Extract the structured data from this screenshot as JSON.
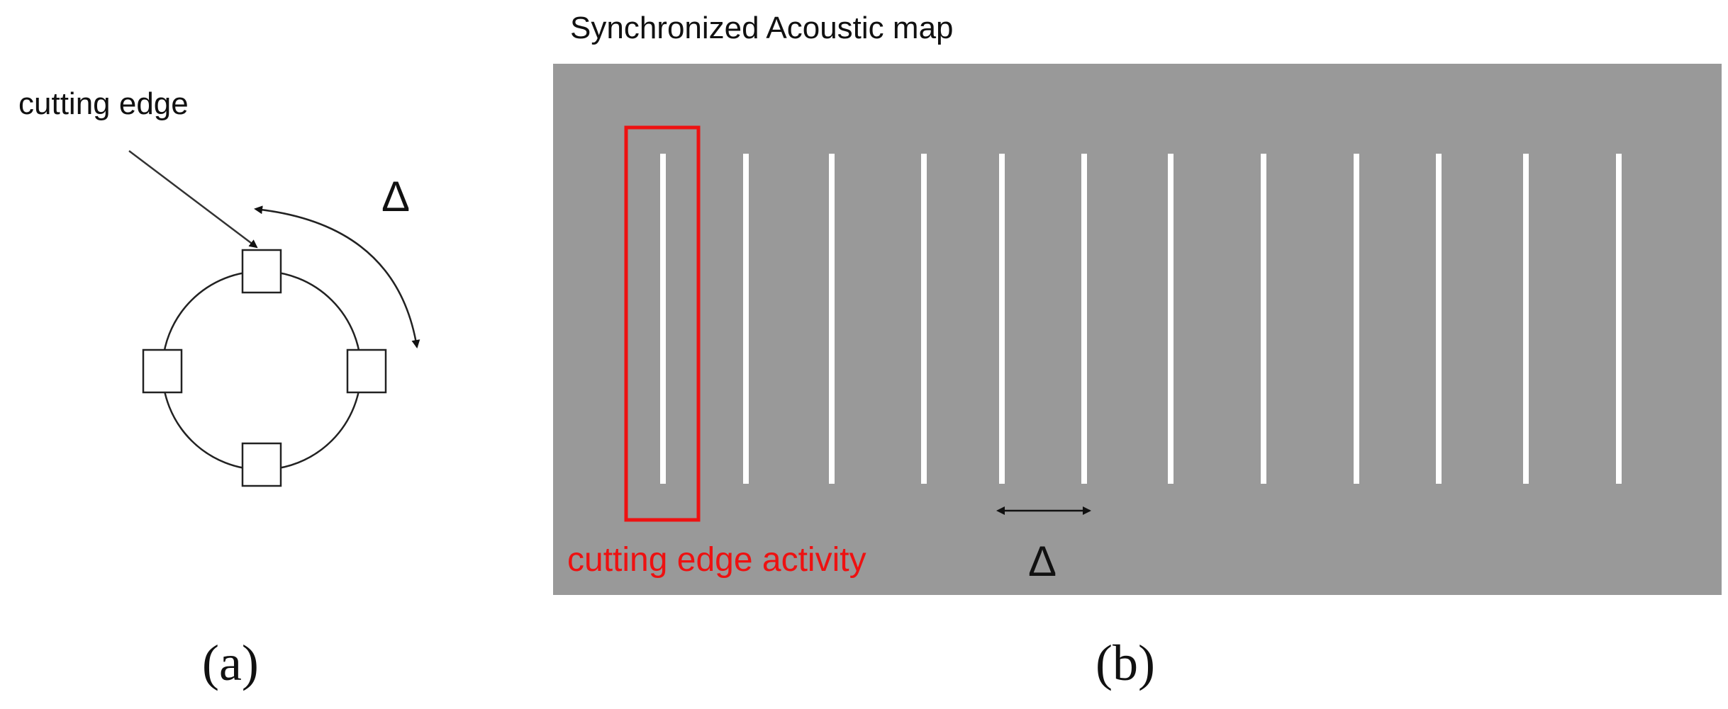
{
  "panel_a": {
    "cutting_edge_label": "cutting edge",
    "delta_symbol": "Δ",
    "caption": "(a)",
    "insert_count": 4
  },
  "panel_b": {
    "title": "Synchronized Acoustic map",
    "activity_label": "cutting edge activity",
    "delta_symbol": "Δ",
    "caption": "(b)",
    "stripe_count": 12,
    "highlighted_stripe": 1
  },
  "colors": {
    "map_background": "#999999",
    "stripe": "#ffffff",
    "highlight": "#ee1111",
    "line": "#222222"
  }
}
